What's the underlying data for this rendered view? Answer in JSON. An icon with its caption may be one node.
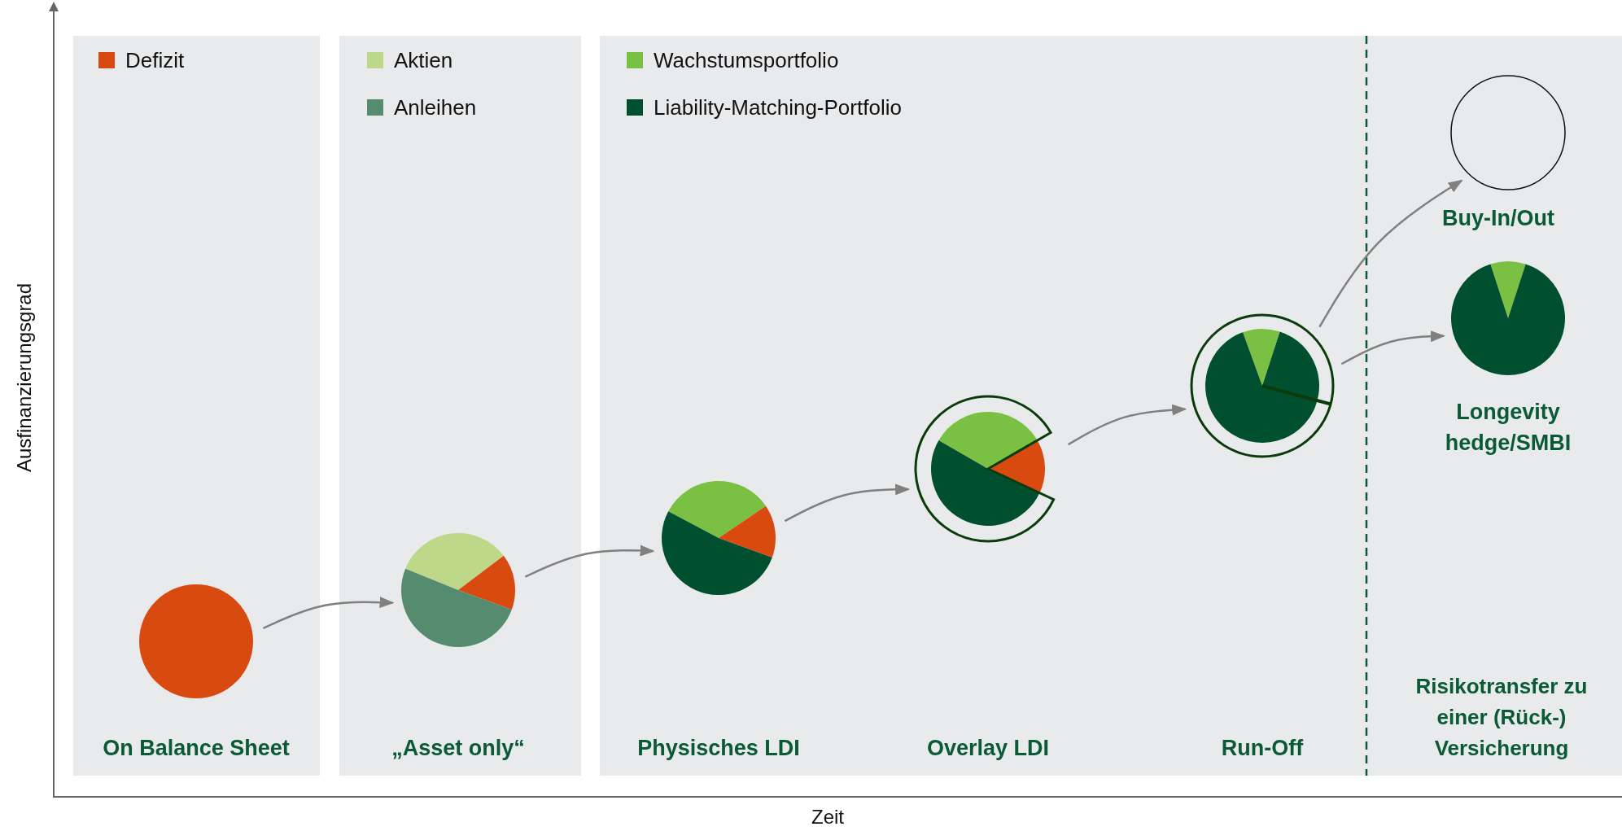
{
  "diagram": {
    "nodes": [
      {
        "text": [],
        "shape": "pie"
      },
      {
        "text": [],
        "shape": "pie"
      },
      {
        "text": [],
        "shape": "pie"
      },
      {
        "text": [],
        "shape": "pie"
      },
      {
        "text": [],
        "shape": "pie"
      },
      {
        "text": [],
        "shape": "circle",
        "beside": [
          "Buy-In/Out"
        ]
      },
      {
        "text": [],
        "shape": "pie",
        "beside": [
          "Longevity hedge/SMBI"
        ]
      }
    ],
    "edges": [
      {
        "from": 0,
        "to": 1,
        "arrow": "to"
      },
      {
        "from": 1,
        "to": 2,
        "arrow": "to"
      },
      {
        "from": 2,
        "to": 3,
        "arrow": "to"
      },
      {
        "from": 3,
        "to": 4,
        "arrow": "to"
      },
      {
        "from": 4,
        "to": 5,
        "arrow": "to"
      },
      {
        "from": 4,
        "to": 6,
        "arrow": "to"
      }
    ],
    "labels": [
      "On Balance Sheet",
      "„Asset only“",
      "Physisches LDI",
      "Overlay LDI",
      "Run-Off",
      "Risikotransfer zu einer (Rück-) Versicherung",
      "Ausfinanzierungsgrad",
      "Zeit"
    ],
    "legend": [
      {
        "text": "Defizit",
        "color": "#d94a10"
      },
      {
        "text": "Aktien",
        "color": "#bcd888"
      },
      {
        "text": "Anleihen",
        "color": "#558b6e"
      },
      {
        "text": "Wachstumsportfolio",
        "color": "#7ac143"
      },
      {
        "text": "Liability-Matching-Portfolio",
        "color": "#00502f"
      }
    ]
  }
}
